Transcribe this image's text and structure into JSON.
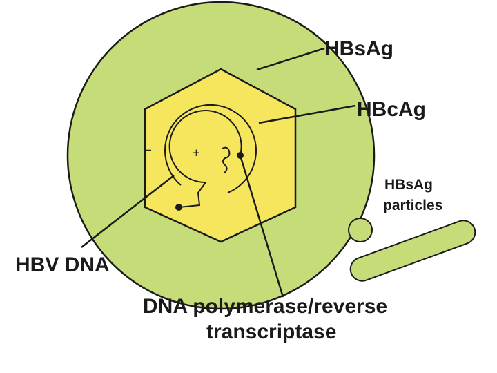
{
  "labels": {
    "hbsag": "HBsAg",
    "hbcag": "HBcAg",
    "hbv_dna": "HBV DNA",
    "polymerase_line1": "DNA polymerase/reverse",
    "polymerase_line2": "transcriptase",
    "particles_line1": "HBsAg",
    "particles_line2": "particles",
    "minus_sign": "−",
    "plus_sign": "+"
  },
  "colors": {
    "envelope": "#c5dc78",
    "core": "#f6e65e",
    "stroke": "#1a1a1a"
  }
}
